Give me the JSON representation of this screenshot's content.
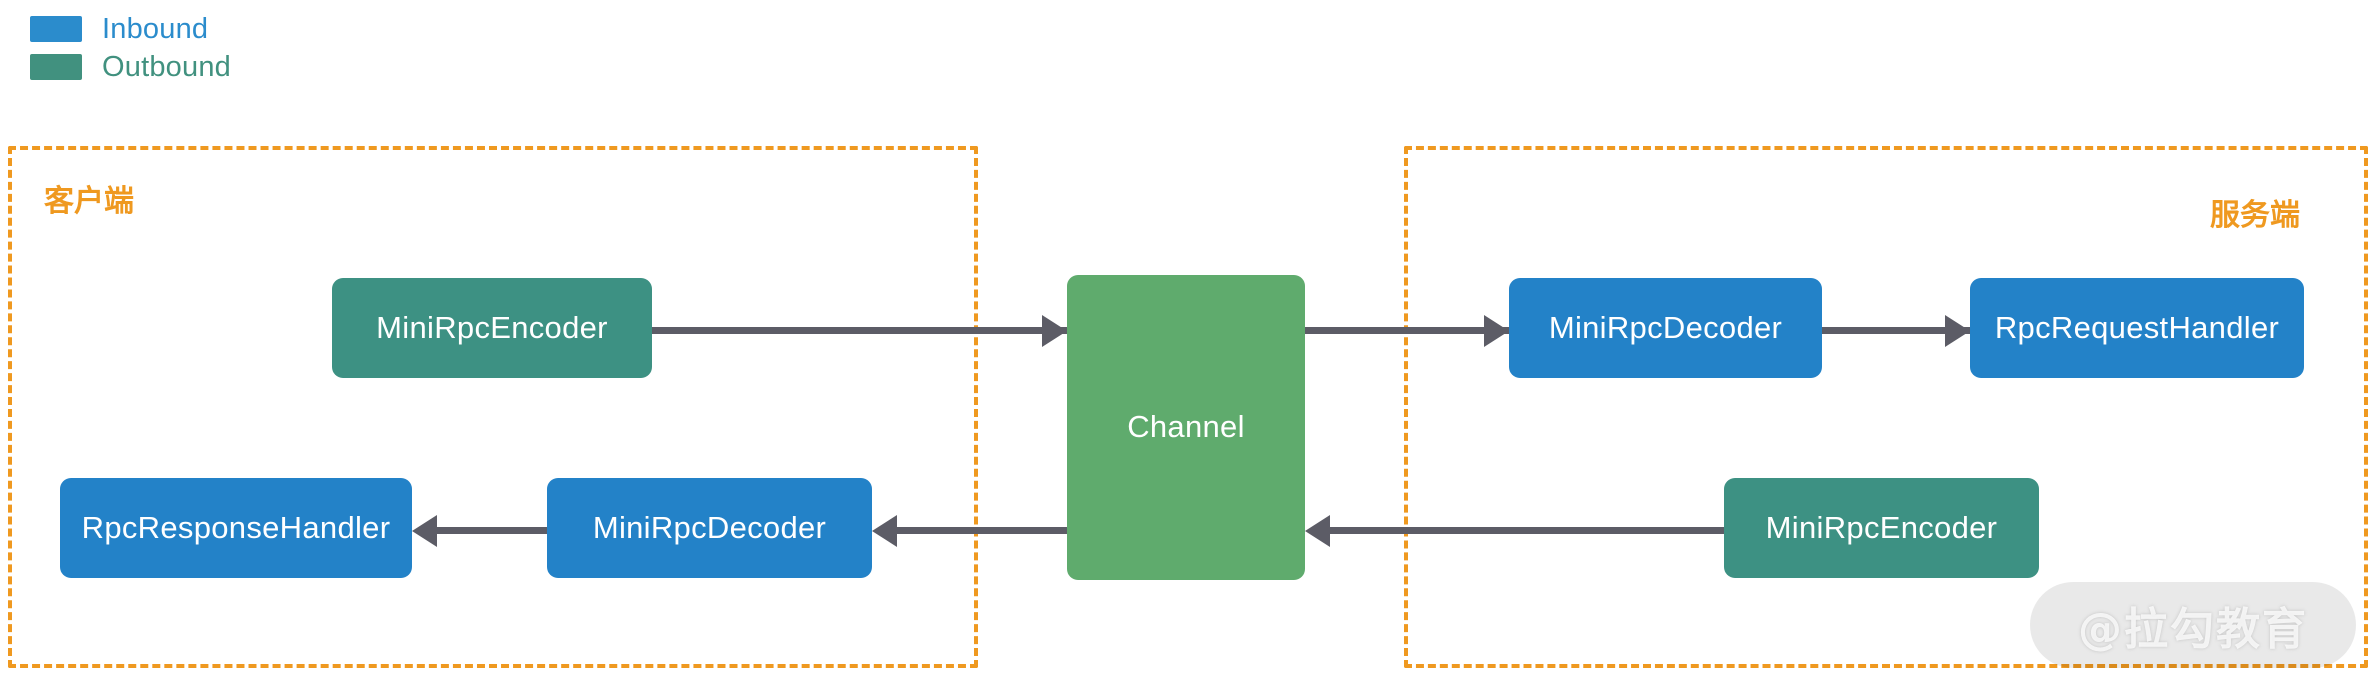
{
  "legend": {
    "items": [
      {
        "label": "Inbound",
        "color": "#2b8ccc"
      },
      {
        "label": "Outbound",
        "color": "#41917f"
      }
    ]
  },
  "zones": [
    {
      "name": "client",
      "label": "客户端",
      "border_color": "#ef9920"
    },
    {
      "name": "server",
      "label": "服务端",
      "border_color": "#ef9920"
    }
  ],
  "nodes": {
    "client_encoder": {
      "label": "MiniRpcEncoder",
      "color": "#3d9183"
    },
    "client_decoder": {
      "label": "MiniRpcDecoder",
      "color": "#2382c8"
    },
    "client_response": {
      "label": "RpcResponseHandler",
      "color": "#2382c8"
    },
    "channel": {
      "label": "Channel",
      "color": "#5fab6d"
    },
    "server_decoder": {
      "label": "MiniRpcDecoder",
      "color": "#2382c8"
    },
    "server_request": {
      "label": "RpcRequestHandler",
      "color": "#2382c8"
    },
    "server_encoder": {
      "label": "MiniRpcEncoder",
      "color": "#3d9183"
    }
  },
  "edges": [
    {
      "name": "client-encoder-to-channel",
      "direction": "right"
    },
    {
      "name": "channel-to-server-decoder",
      "direction": "right"
    },
    {
      "name": "server-decoder-to-request",
      "direction": "right"
    },
    {
      "name": "server-encoder-to-channel",
      "direction": "left"
    },
    {
      "name": "channel-to-client-decoder",
      "direction": "left"
    },
    {
      "name": "client-decoder-to-response",
      "direction": "left"
    }
  ],
  "watermark": {
    "text": "@拉勾教育"
  },
  "arrow_color": "#5c5c66",
  "background": "#ffffff"
}
